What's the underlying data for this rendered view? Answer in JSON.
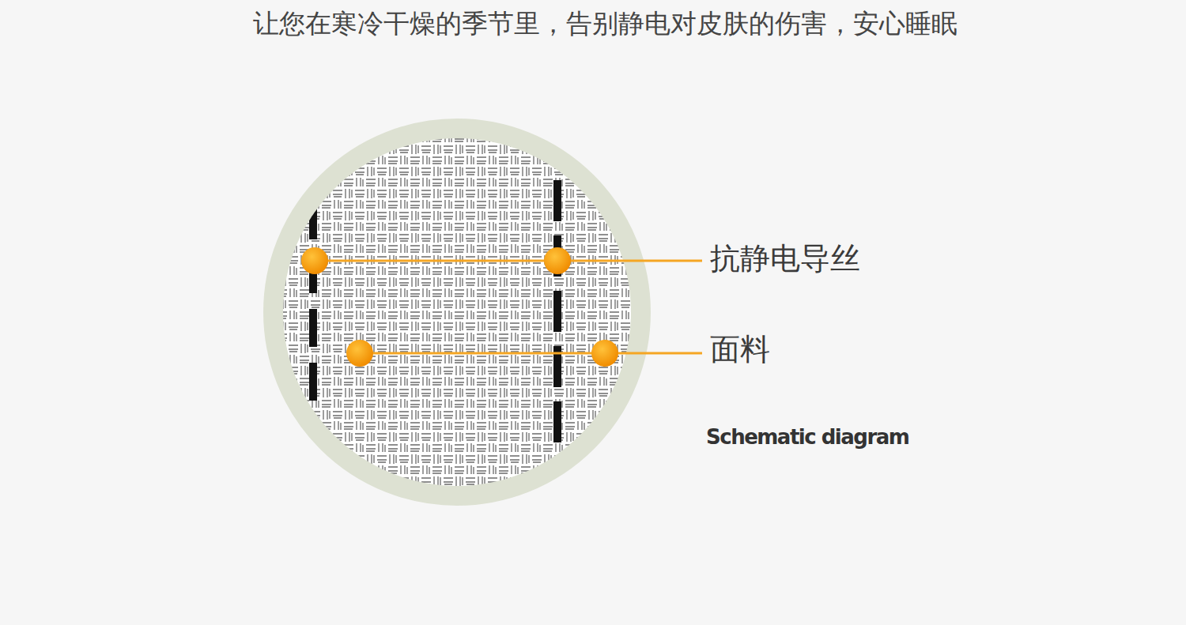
{
  "diagram": {
    "title": "让您在寒冷干燥的季节里，告别静电对皮肤的伤害，安心睡眠",
    "caption": "Schematic diagram",
    "labels": [
      "抗静电导丝",
      "面料"
    ]
  }
}
